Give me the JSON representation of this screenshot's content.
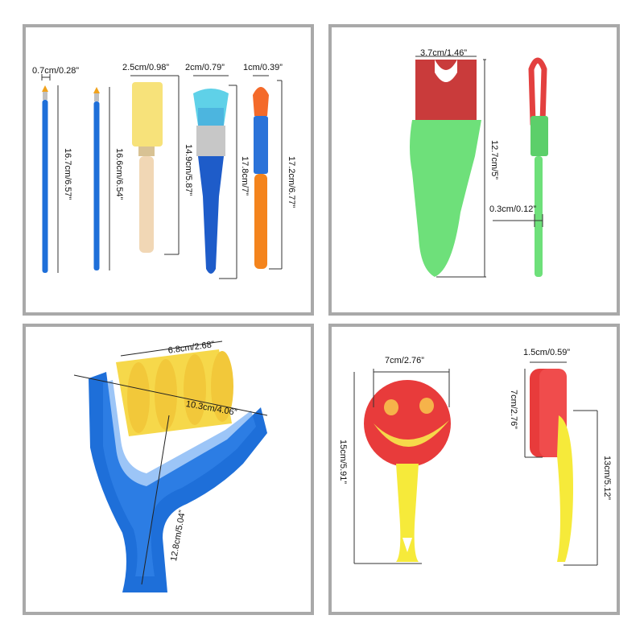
{
  "panels": {
    "brushes": {
      "labels": {
        "w1": "0.7cm/0.28”",
        "w3": "2.5cm/0.98”",
        "w4": "2cm/0.79”",
        "w5": "1cm/0.39”",
        "h1": "16.7cm/6.57”",
        "h2": "16.6cm/6.54”",
        "h4": "14.9cm/5.87”",
        "h5": "17.8cm/7”",
        "h6": "17.2cm/6.77”"
      }
    },
    "sponge_wedge": {
      "labels": {
        "width": "3.7cm/1.46”",
        "height": "12.7cm/5”",
        "thickness": "0.3cm/0.12”"
      }
    },
    "roller": {
      "labels": {
        "width": "6.8cm/2.68”",
        "diagonal": "10.3cm/4.06”",
        "handle": "12.8cm/5.04”"
      }
    },
    "smiley": {
      "labels": {
        "width": "7cm/2.76”",
        "height": "15cm/5.91”",
        "side_thickness": "1.5cm/0.59”",
        "side_height": "7cm/2.76”",
        "side_handle": "13cm/5.12”"
      }
    }
  },
  "colors": {
    "border": "#a9a9a9",
    "blue_handle": "#1e6fd9",
    "sponge_yellow": "#f7e27a",
    "wood": "#f1d7b5",
    "green": "#6ee07a",
    "red": "#e83b3b",
    "yellow": "#f6ea3a"
  }
}
